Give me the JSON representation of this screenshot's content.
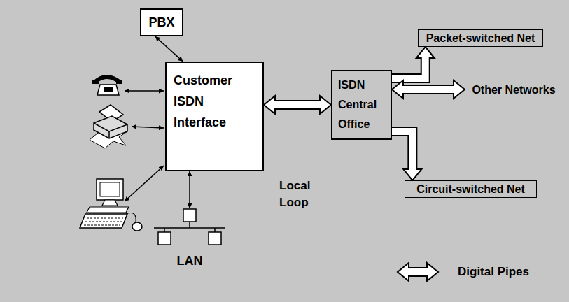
{
  "diagram": {
    "nodes": [
      {
        "text": [
          "PBX"
        ]
      },
      {
        "text": [
          "Customer ISDN Interface"
        ]
      },
      {
        "text": [
          "ISDN Central Office"
        ]
      },
      {
        "text": [
          "Packet-switched Net"
        ]
      },
      {
        "text": [
          "Other Networks"
        ]
      },
      {
        "text": [
          "Circuit-switched Net"
        ]
      },
      {
        "text": [
          "LAN"
        ]
      }
    ],
    "edges": [
      {
        "from": 0,
        "to": 1,
        "arrow": "both"
      },
      {
        "from": 1,
        "to": 2,
        "arrow": "both",
        "label": "Local Loop"
      },
      {
        "from": 2,
        "to": 3,
        "arrow": "to"
      },
      {
        "from": 2,
        "to": 4,
        "arrow": "both"
      },
      {
        "from": 2,
        "to": 5,
        "arrow": "to"
      },
      {
        "from": 1,
        "to": 6,
        "arrow": "both"
      }
    ],
    "legend": [
      {
        "text": "Digital Pipes"
      }
    ]
  }
}
